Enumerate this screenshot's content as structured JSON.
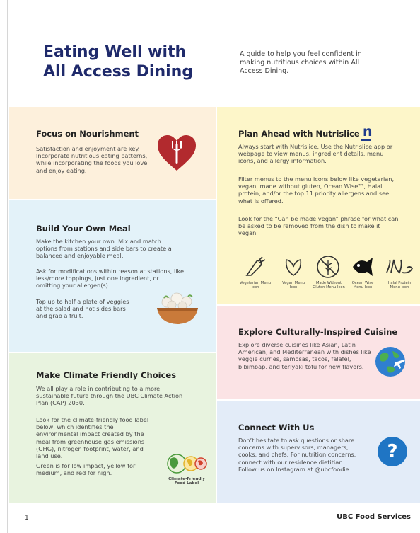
{
  "header": {
    "title_line1": "Eating Well with",
    "title_line2": "All Access Dining",
    "intro": "A guide to help you feel confident in making nutritious choices within All Access Dining."
  },
  "nourishment": {
    "title": "Focus on Nourishment",
    "body": "Satisfaction and enjoyment are key. Incorporate nutritious eating patterns, while incorporating the foods you love and enjoy eating."
  },
  "build": {
    "title": "Build Your Own Meal",
    "p1": "Make the kitchen your own. Mix and match options from stations and side bars to create a balanced and enjoyable meal.",
    "p2": "Ask for modifications within reason at stations, like less/more toppings, just one ingredient, or omitting your allergen(s).",
    "p3": "Top up to half a plate of veggies at the salad and hot sides bars and grab a fruit."
  },
  "climate": {
    "title": "Make Climate Friendly Choices",
    "p1": "We all play a role in contributing to a more sustainable future through the UBC Climate Action Plan (CAP) 2030.",
    "p2": "Look for the climate-friendly food label below, which identifies the environmental impact created by the meal from greenhouse gas emissions (GHG), nitrogen footprint, water, and land use.",
    "p3": "Green is for low impact, yellow for medium, and red for high.",
    "label": "Climate-Friendly Food Label"
  },
  "plan": {
    "title": "Plan Ahead with Nutrislice",
    "logo_letter": "n",
    "p1": "Always start with Nutrislice. Use the Nutrislice app or webpage to view menus, ingredient details, menu icons, and allergy information.",
    "p2": "Filter menus to the menu icons below like vegetarian, vegan, made without gluten, Ocean Wise™, Halal protein, and/or the top 11 priority allergens and see what is offered.",
    "p3": "Look for the “Can be made vegan” phrase for what can be asked to be removed from the dish to make it vegan.",
    "icons": [
      {
        "name": "vegetarian-icon",
        "label": "Vegetarian Menu Icon"
      },
      {
        "name": "vegan-icon",
        "label": "Vegan Menu Icon"
      },
      {
        "name": "gluten-free-icon",
        "label": "Made Without Gluten Menu Icon"
      },
      {
        "name": "ocean-wise-icon",
        "label": "Ocean Wise Menu Icon"
      },
      {
        "name": "halal-icon",
        "label": "Halal Protein Menu Icon"
      }
    ]
  },
  "explore": {
    "title": "Explore Culturally-Inspired Cuisine",
    "body": "Explore diverse cuisines like Asian, Latin American, and Mediterranean with dishes like veggie curries, samosas, tacos, falafel, bibimbap, and teriyaki tofu for new flavors."
  },
  "connect": {
    "title": "Connect With Us",
    "body": "Don’t hesitate to ask questions or share concerns with supervisors, managers, cooks, and chefs. For nutrition concerns, connect with our residence dietitian. Follow us on Instagram at @ubcfoodie.",
    "icon_glyph": "?"
  },
  "footer": {
    "page_number": "1",
    "brand": "UBC Food Services"
  },
  "colors": {
    "title": "#1f2a6b",
    "heart": "#b22a2e",
    "nutrislice": "#1f3b8c",
    "globe_water": "#2f7fd0",
    "globe_land": "#4caf50",
    "question": "#1f75c4"
  }
}
